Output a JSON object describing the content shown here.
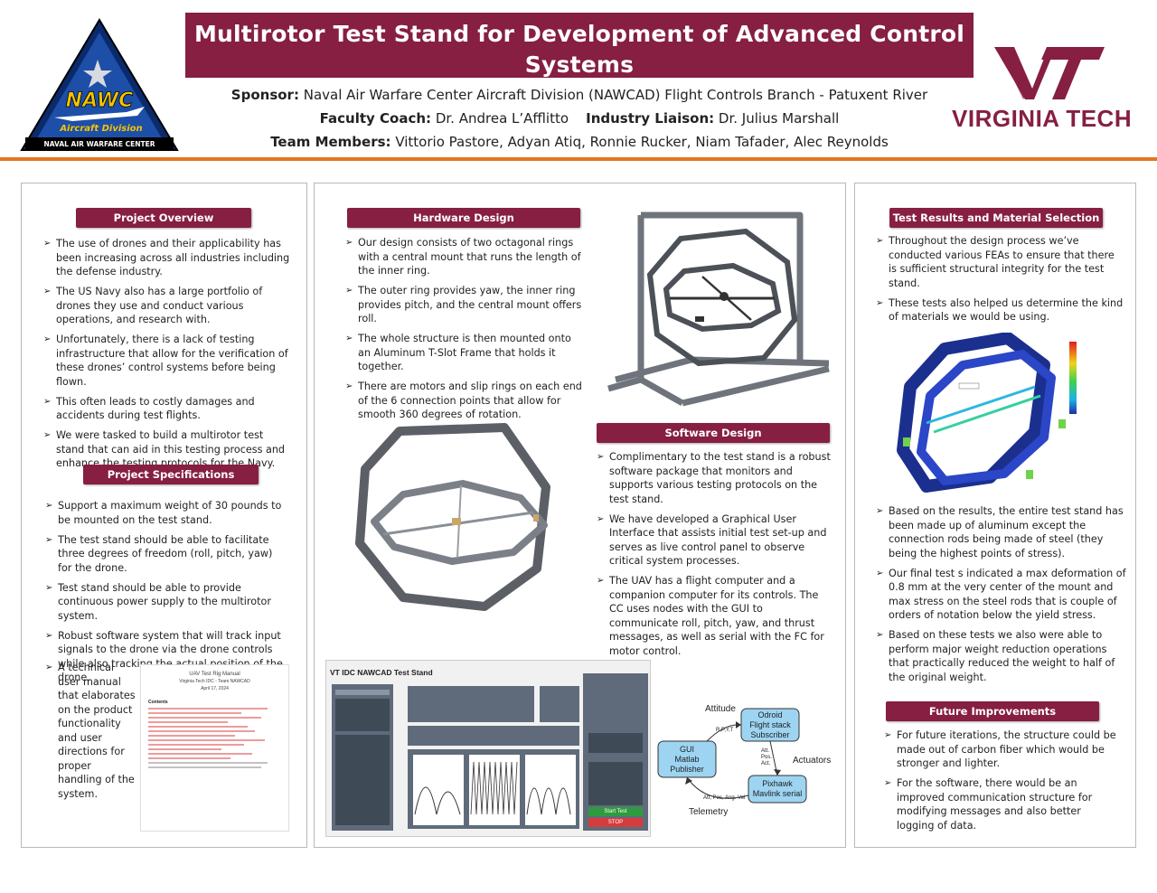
{
  "header": {
    "title": "Multirotor Test Stand for Development of Advanced Control Systems",
    "subtitle": "Interdisciplinary Capstone Senior Design Team – Virginia Tech",
    "sponsor_label": "Sponsor:",
    "sponsor_value": " Naval Air Warfare Center Aircraft Division (NAWCAD) Flight Controls Branch - Patuxent River",
    "coach_label": "Faculty Coach:",
    "coach_value": " Dr. Andrea L’Afflitto",
    "liaison_label": "Industry Liaison:",
    "liaison_value": " Dr. Julius Marshall",
    "team_label": "Team Members:",
    "team_value": " Vittorio Pastore, Adyan Atiq, Ronnie Rucker, Niam Tafader, Alec Reynolds"
  },
  "logos": {
    "nawc_text": "NAWC",
    "nawc_division": "Aircraft Division",
    "nawc_center": "NAVAL AIR WARFARE CENTER",
    "vt_wordmark": "VIRGINIA TECH"
  },
  "colors": {
    "maroon": "#861f41",
    "orange": "#e5751f",
    "navy": "#0b2a6b"
  },
  "left": {
    "overview_heading": "Project Overview",
    "overview_items": [
      "The use of drones and their applicability has been increasing across all industries including the defense industry.",
      "The US Navy also has a large portfolio of drones they use and conduct various operations, and research with.",
      "Unfortunately, there is a lack of testing infrastructure that allow for the verification of these drones’ control systems before being flown.",
      "This often leads to costly damages and accidents during test flights.",
      "We were tasked to build a multirotor test stand that can aid in this testing process and enhance the testing protocols for the Navy."
    ],
    "specs_heading": "Project Specifications",
    "specs_items": [
      "Support a maximum weight of 30 pounds to be mounted on the test stand.",
      "The test stand should be able to facilitate three degrees of freedom (roll, pitch, yaw) for the drone.",
      "Test stand should be able to provide continuous power supply to the multirotor system.",
      "Robust software system that will track input signals to the drone via the drone controls while also tracking the actual position of the drone."
    ],
    "manual_item": "A technical user manual that elaborates on the product functionality and user directions for proper handling of the system.",
    "manual_title": "UAV Test Rig Manual",
    "manual_team": "Virginia Tech IDC - Team NAWCAD",
    "manual_date": "April 17, 2024",
    "manual_contents": "Contents"
  },
  "middle": {
    "hardware_heading": "Hardware Design",
    "hardware_items": [
      "Our design consists of two octagonal rings with a central mount that runs the length of the inner ring.",
      "The outer ring provides yaw, the inner ring provides pitch, and the central mount offers roll.",
      "The whole structure is then mounted onto an Aluminum T-Slot Frame that holds it together.",
      "There are motors and slip rings on each end of the 6 connection points that allow for smooth 360 degrees of rotation."
    ],
    "software_heading": "Software Design",
    "software_items": [
      "Complimentary to the test stand is a robust software package that monitors and supports various testing protocols on the test stand.",
      "We have developed a Graphical User Interface that assists initial test set-up and serves as live control panel to observe critical system processes.",
      "The UAV has a flight computer and a companion computer for its controls. The CC uses nodes with the GUI to communicate roll, pitch, yaw, and thrust messages, as well as serial with the FC for motor control."
    ],
    "gui_title": "VT IDC NAWCAD Test Stand",
    "gui_start": "Start Test",
    "gui_stop": "STOP",
    "diagram": {
      "attitude": "Attitude",
      "odroid": "Odroid",
      "flightstack": "Flight stack",
      "subscriber": "Subscriber",
      "gui": "GUI",
      "matlab": "Matlab",
      "publisher": "Publisher",
      "actuators": "Actuators",
      "pixhawk": "Pixhawk",
      "mavlink": "Mavlink serial",
      "telemetry": "Telemetry",
      "rpyt": "R,P,Y,T",
      "att": "Att.",
      "pos": "Pos.",
      "act": "Act.",
      "attposangvel": "Att, Pos, Ang. Vel"
    }
  },
  "right": {
    "results_heading": "Test Results and Material Selection",
    "results_items": [
      "Throughout the design process we’ve conducted various FEAs to ensure that there is sufficient structural integrity for the test stand.",
      "These tests also helped us determine the kind of materials we would be using."
    ],
    "results_items2": [
      "Based on the results, the entire test stand has been made up of aluminum except the connection rods being made of steel (they being the highest points of stress).",
      "Our final test s indicated a max deformation of 0.8 mm at the very center of the  mount and max stress on the steel rods that is couple of orders of notation below the yield stress.",
      "Based on these tests we also were able to perform major weight reduction operations that practically reduced the weight to half of the original weight."
    ],
    "future_heading": "Future Improvements",
    "future_items": [
      "For future iterations, the structure could be made out of carbon fiber which would be stronger and lighter.",
      "For the software, there would be an improved communication structure for modifying messages and also better logging of data."
    ]
  }
}
